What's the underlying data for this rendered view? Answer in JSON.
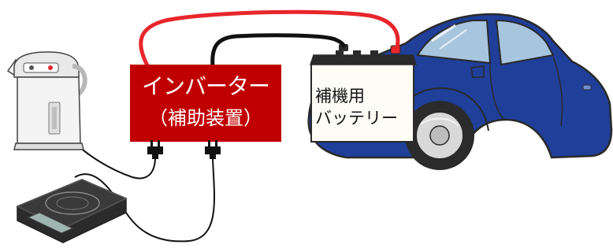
{
  "inverter": {
    "title": "インバーター",
    "subtitle": "（補助装置）",
    "fill_color": "#c00000"
  },
  "battery": {
    "line1": "補機用",
    "line2": "バッテリー"
  },
  "colors": {
    "positive_cable": "#e8262b",
    "negative_cable": "#111111",
    "car_body": "#1f3f99",
    "car_outline": "#2a2a2a",
    "tire": "#2b2b2b",
    "battery_case": "#fdfdf5",
    "battery_top": "#2a2a2a",
    "pot_body": "#f4f4f4",
    "cooktop_body": "#333333"
  },
  "icons": [
    "electric-pot-icon",
    "induction-cooktop-icon",
    "car-icon",
    "car-battery-icon",
    "power-plug-icon"
  ]
}
